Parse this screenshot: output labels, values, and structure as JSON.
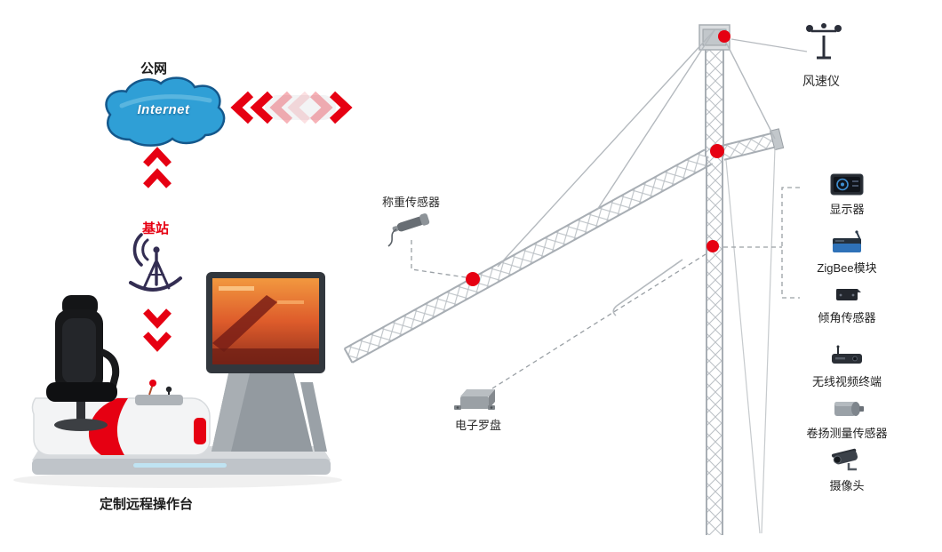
{
  "diagram": {
    "type": "tower-crane-remote-monitoring-system",
    "network": {
      "public_network_label": "公网",
      "internet_label": "Internet",
      "base_station_label": "基站"
    },
    "console": {
      "label": "定制远程操作台"
    },
    "crane_sensors": {
      "anemometer_label": "风速仪",
      "weight_sensor_label": "称重传感器",
      "compass_label": "电子罗盘"
    },
    "devices": [
      {
        "label": "显示器",
        "icon": "monitor-icon"
      },
      {
        "label": "ZigBee模块",
        "icon": "zigbee-module-icon"
      },
      {
        "label": "倾角传感器",
        "icon": "tilt-sensor-icon"
      },
      {
        "label": "无线视频终端",
        "icon": "wireless-video-terminal-icon"
      },
      {
        "label": "卷扬测量传感器",
        "icon": "hoist-measure-sensor-icon"
      },
      {
        "label": "摄像头",
        "icon": "camera-icon"
      }
    ],
    "colors": {
      "accent_red": "#e60012",
      "cloud_fill": "#2f9fd6",
      "cloud_border": "#14588c",
      "crane_gray": "#a8aeb4",
      "base_station_icon": "#332d52"
    }
  }
}
